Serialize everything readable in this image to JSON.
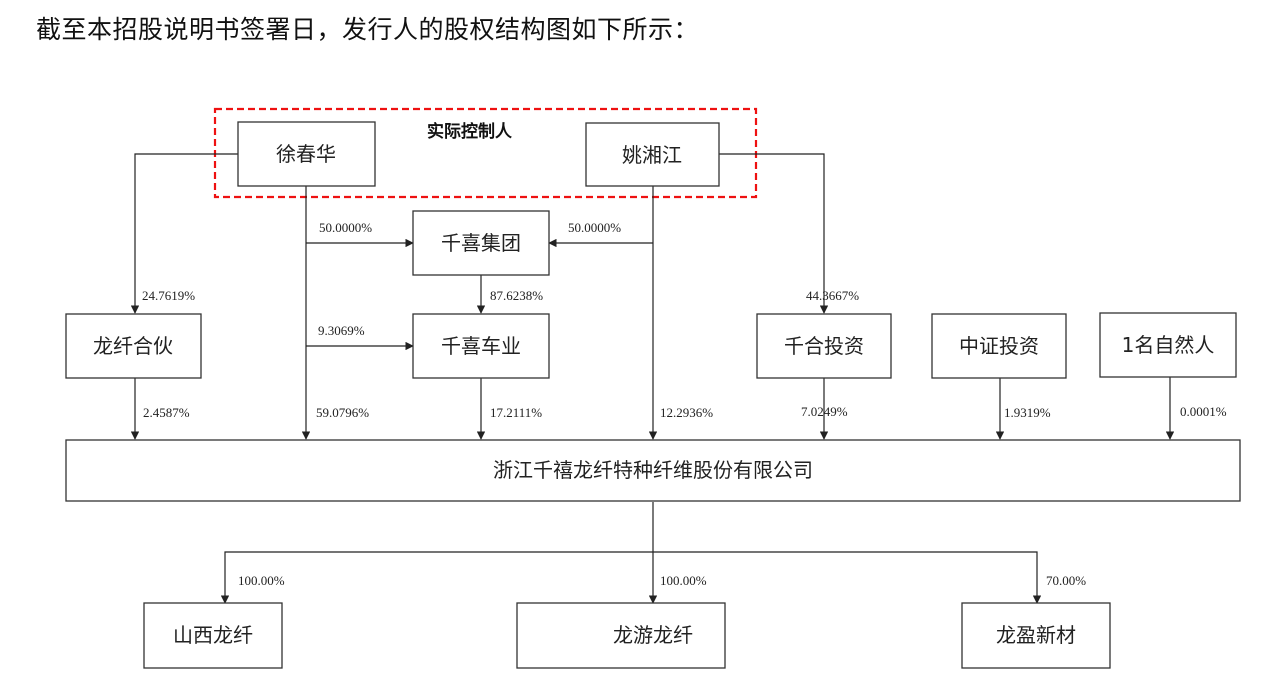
{
  "intro_text": "截至本招股说明书签署日，发行人的股权结构图如下所示：",
  "controller_group": {
    "label": "实际控制人",
    "border_color": "#ee1111"
  },
  "entities": {
    "xu": "徐春华",
    "yao": "姚湘江",
    "qianxi_group": "千喜集团",
    "qianxi_auto": "千喜车业",
    "longxian_hehuo": "龙纤合伙",
    "qianhe": "千合投资",
    "zhongzheng": "中证投资",
    "natural_person": "1名自然人",
    "company": "浙江千禧龙纤特种纤维股份有限公司",
    "shanxi": "山西龙纤",
    "longyou": "龙游龙纤",
    "longying": "龙盈新材"
  },
  "edges": [
    {
      "from": "xu",
      "to": "qianxi_group",
      "pct": "50.0000%"
    },
    {
      "from": "yao",
      "to": "qianxi_group",
      "pct": "50.0000%"
    },
    {
      "from": "xu",
      "to": "longxian_hehuo",
      "pct": "24.7619%"
    },
    {
      "from": "qianxi_group",
      "to": "qianxi_auto",
      "pct": "87.6238%"
    },
    {
      "from": "xu",
      "to": "qianxi_auto",
      "pct": "9.3069%"
    },
    {
      "from": "yao",
      "to": "qianhe",
      "pct": "44.3667%"
    },
    {
      "from": "longxian_hehuo",
      "to": "company",
      "pct": "2.4587%"
    },
    {
      "from": "xu",
      "to": "company",
      "pct": "59.0796%"
    },
    {
      "from": "qianxi_auto",
      "to": "company",
      "pct": "17.2111%"
    },
    {
      "from": "yao",
      "to": "company",
      "pct": "12.2936%"
    },
    {
      "from": "qianhe",
      "to": "company",
      "pct": "7.0249%"
    },
    {
      "from": "zhongzheng",
      "to": "company",
      "pct": "1.9319%"
    },
    {
      "from": "natural_person",
      "to": "company",
      "pct": "0.0001%"
    },
    {
      "from": "company",
      "to": "shanxi",
      "pct": "100.00%"
    },
    {
      "from": "company",
      "to": "longyou",
      "pct": "100.00%"
    },
    {
      "from": "company",
      "to": "longying",
      "pct": "70.00%"
    }
  ]
}
